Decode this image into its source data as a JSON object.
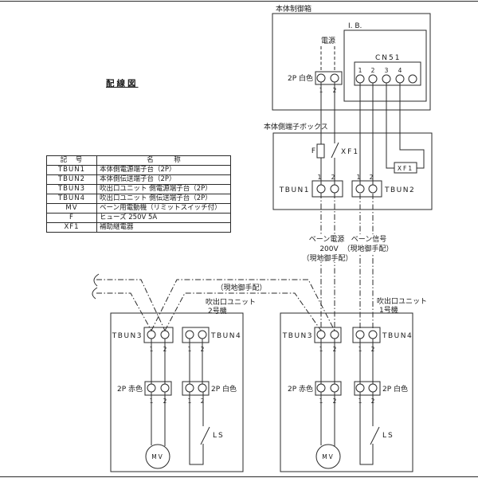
{
  "page": {
    "title": "配線図"
  },
  "pins": {
    "p1": "1",
    "p2": "2"
  },
  "control_box": {
    "label": "本体制御箱",
    "ib_label": "I. B.",
    "cn51": {
      "label": "CN51",
      "pins": [
        "1",
        "2",
        "3",
        "4"
      ]
    },
    "power_label": "電源",
    "connector_white": {
      "label": "2P 白色"
    }
  },
  "terminal_box": {
    "label": "本体側端子ボックス",
    "fuse_label": "F",
    "relay_contact_label": "XF1",
    "relay_coil_label": "XF1",
    "tbun1_label": "TBUN1",
    "tbun2_label": "TBUN2"
  },
  "field_labels": {
    "vane_power": "ベーン電源",
    "vane_power_voltage": "200V",
    "vane_power_note": "（現地御手配）",
    "vane_signal": "ベーン信号",
    "vane_signal_note": "（現地御手配）",
    "daisy_chain_note": "（現地御手配）"
  },
  "unit2": {
    "name": "吹出口ユニット",
    "number": "2号機",
    "tbun3_label": "TBUN3",
    "tbun4_label": "TBUN4",
    "connector_red_label": "2P 赤色",
    "connector_white_label": "2P 白色",
    "motor_label": "MV",
    "limit_switch_label": "LS"
  },
  "unit1": {
    "name": "吹出口ユニット",
    "number": "1号機",
    "tbun3_label": "TBUN3",
    "tbun4_label": "TBUN4",
    "connector_red_label": "2P 赤色",
    "connector_white_label": "2P 白色",
    "motor_label": "MV",
    "limit_switch_label": "LS"
  },
  "legend": {
    "headers": [
      "記　号",
      "名　　　称"
    ],
    "rows": [
      [
        "TBUN1",
        "本体側電源端子台（2P）"
      ],
      [
        "TBUN2",
        "本体側伝送端子台（2P）"
      ],
      [
        "TBUN3",
        "吹出口ユニット 側電源端子台（2P）"
      ],
      [
        "TBUN4",
        "吹出口ユニット 側伝送端子台（2P）"
      ],
      [
        "MV",
        "ベーン用電動機（リミットスイッチ付）"
      ],
      [
        "F",
        "ヒューズ 250V 5A"
      ],
      [
        "XF1",
        "補助継電器"
      ]
    ]
  }
}
